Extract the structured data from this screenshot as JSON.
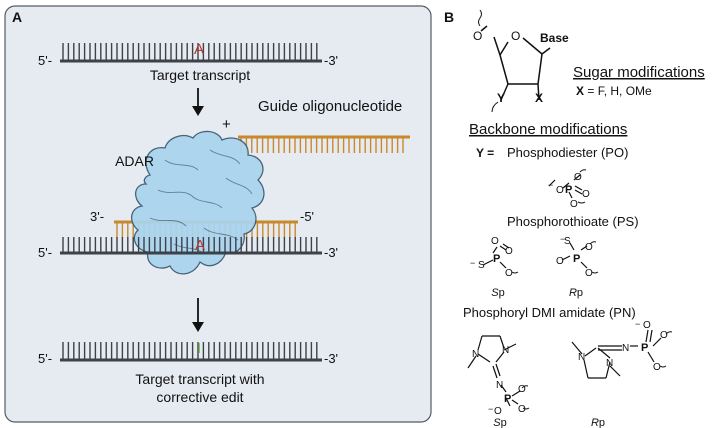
{
  "panel_a": {
    "label": "A",
    "strand_top": {
      "end5": "5'-",
      "end3": "-3'",
      "base": "A",
      "caption": "Target transcript"
    },
    "guide": {
      "plus": "+",
      "caption": "Guide oligonucleotide"
    },
    "enzyme": "ADAR",
    "duplex": {
      "guide5": "-5'",
      "guide3": "3'-",
      "target5": "5'-",
      "target3": "-3'",
      "base": "A"
    },
    "strand_bottom": {
      "end5": "5'-",
      "end3": "-3'",
      "base": "I",
      "caption_line1": "Target transcript with",
      "caption_line2": "corrective edit"
    }
  },
  "panel_b": {
    "label": "B",
    "sugar": {
      "o_ring": "O",
      "o5": "O",
      "base": "Base",
      "y": "Y",
      "x": "X",
      "heading": "Sugar modifications",
      "x_eq": "X",
      "x_values": " = F,  H, OMe"
    },
    "backbone": {
      "heading": "Backbone modifications",
      "y_eq": "Y =",
      "po": "Phosphodiester (PO)",
      "ps": "Phosphorothioate (PS)",
      "pn": "Phosphoryl DMI amidate (PN)",
      "sp": "S",
      "rp": "R",
      "p_suffix": "p",
      "atom_o": "O",
      "atom_p": "P",
      "atom_s": "S",
      "atom_n": "N",
      "minus": "−"
    }
  },
  "colors": {
    "panel_bg": "#e6ebf1",
    "panel_border": "#555b66",
    "rna": "#3d4148",
    "guide": "#c8882c",
    "adar_fill": "#a9d4ee",
    "adar_stroke": "#3c5a70",
    "base_a": "#b53a32",
    "base_i": "#5aa83a"
  }
}
